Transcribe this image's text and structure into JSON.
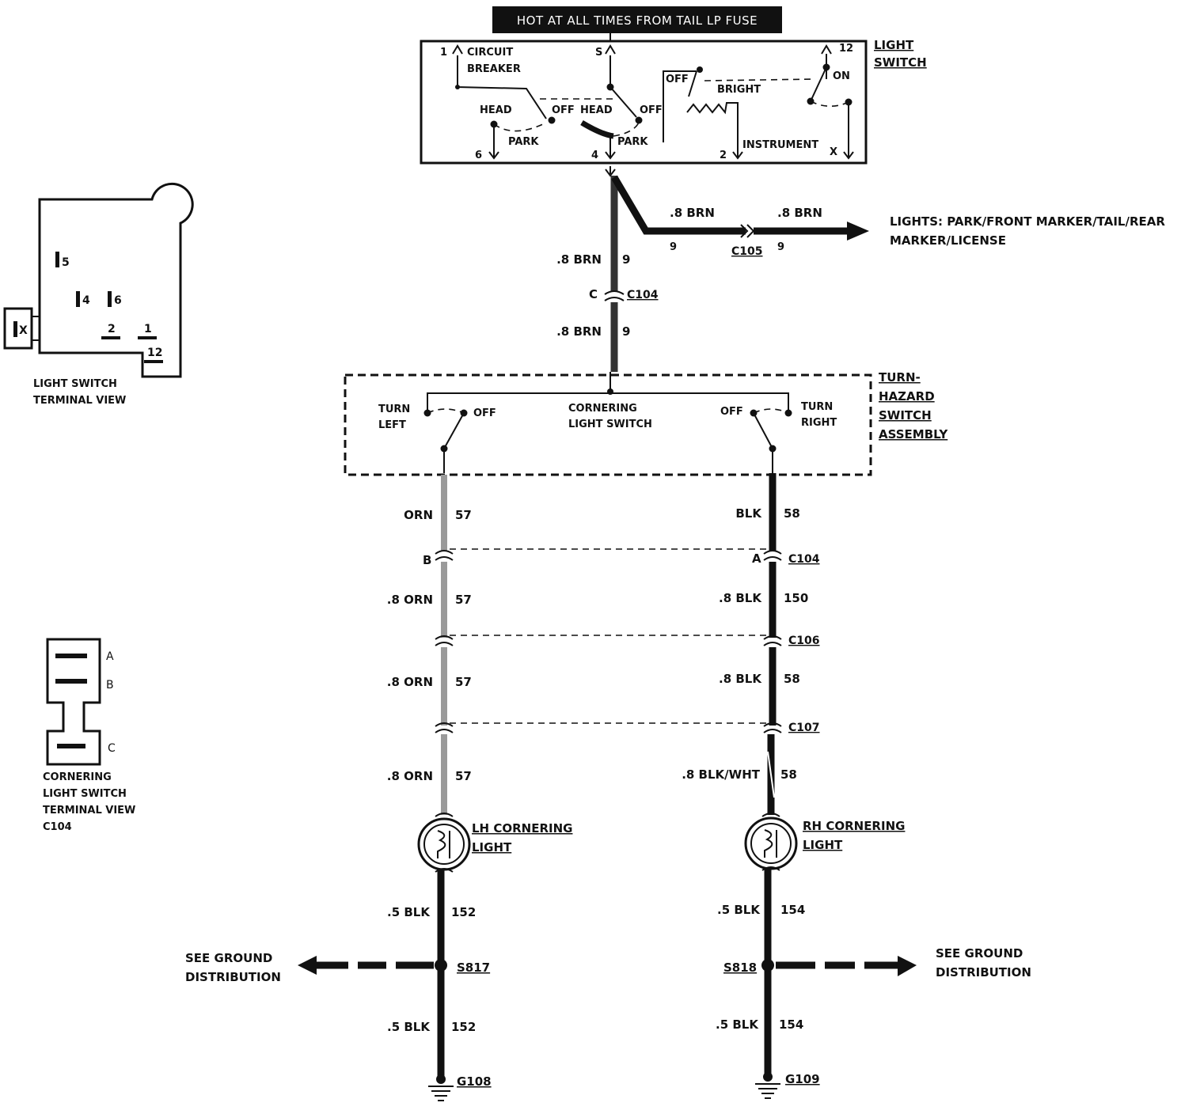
{
  "header_banner": "HOT AT ALL TIMES FROM TAIL  LP FUSE",
  "light_switch": {
    "title_1": "LIGHT",
    "title_2": "SWITCH",
    "circuit_1": "CIRCUIT",
    "circuit_2": "BREAKER",
    "head_1": "HEAD",
    "off_1": "OFF",
    "park_1": "PARK",
    "head_2": "HEAD",
    "off_2": "OFF",
    "park_2": "PARK",
    "off_3": "OFF",
    "bright": "BRIGHT",
    "instrument": "INSTRUMENT",
    "on": "ON",
    "term_1": "1",
    "term_s": "S",
    "term_12": "12",
    "term_6": "6",
    "term_4": "4",
    "term_2": "2",
    "term_x": "X"
  },
  "wires": {
    "brn_top_color": ".8 BRN",
    "brn_top_circuit": "9",
    "brn_c105_left": ".8 BRN",
    "brn_c105_right": ".8 BRN",
    "c105_pin_left": "9",
    "c105_pin_right": "9",
    "c105_label": "C105",
    "lights_1": "LIGHTS: PARK/FRONT MARKER/TAIL/REAR",
    "lights_2": "MARKER/LICENSE",
    "c104_pin_c": "C",
    "c104_label_top": "C104",
    "brn_bottom_color": ".8 BRN",
    "brn_bottom_circuit": "9"
  },
  "turn_hazard": {
    "title_1": "TURN-",
    "title_2": "HAZARD",
    "title_3": "SWITCH",
    "title_4": "ASSEMBLY",
    "turn_left_1": "TURN",
    "turn_left_2": "LEFT",
    "off_left": "OFF",
    "cornering_1": "CORNERING",
    "cornering_2": "LIGHT SWITCH",
    "off_right": "OFF",
    "turn_right_1": "TURN",
    "turn_right_2": "RIGHT"
  },
  "left_branch": {
    "w1_color": "ORN",
    "w1_circuit": "57",
    "c104_pin": "B",
    "w2_color": ".8 ORN",
    "w2_circuit": "57",
    "w3_color": ".8 ORN",
    "w3_circuit": "57",
    "w4_color": ".8 ORN",
    "w4_circuit": "57",
    "lamp_1": "LH CORNERING",
    "lamp_2": "LIGHT",
    "w5_color": ".5 BLK",
    "w5_circuit": "152",
    "splice": "S817",
    "ground_ref_1": "SEE GROUND",
    "ground_ref_2": "DISTRIBUTION",
    "w6_color": ".5 BLK",
    "w6_circuit": "152",
    "ground": "G108"
  },
  "right_branch": {
    "w1_color": "BLK",
    "w1_circuit": "58",
    "c104_pin": "A",
    "c104_label": "C104",
    "w2_color": ".8 BLK",
    "w2_circuit": "150",
    "c106_label": "C106",
    "w3_color": ".8 BLK",
    "w3_circuit": "58",
    "c107_label": "C107",
    "w4_color": ".8 BLK/WHT",
    "w4_circuit": "58",
    "lamp_1": "RH CORNERING",
    "lamp_2": "LIGHT",
    "w5_color": ".5 BLK",
    "w5_circuit": "154",
    "splice": "S818",
    "ground_ref_1": "SEE GROUND",
    "ground_ref_2": "DISTRIBUTION",
    "w6_color": ".5 BLK",
    "w6_circuit": "154",
    "ground": "G109"
  },
  "light_switch_view": {
    "pin_5": "5",
    "pin_4": "4",
    "pin_6": "6",
    "pin_2": "2",
    "pin_1": "1",
    "pin_12": "12",
    "pin_x": "X",
    "caption_1": "LIGHT SWITCH",
    "caption_2": "TERMINAL VIEW"
  },
  "cornering_view": {
    "pin_a": "A",
    "pin_b": "B",
    "pin_c": "C",
    "caption_1": "CORNERING",
    "caption_2": "LIGHT SWITCH",
    "caption_3": "TERMINAL VIEW",
    "caption_4": "C104"
  }
}
